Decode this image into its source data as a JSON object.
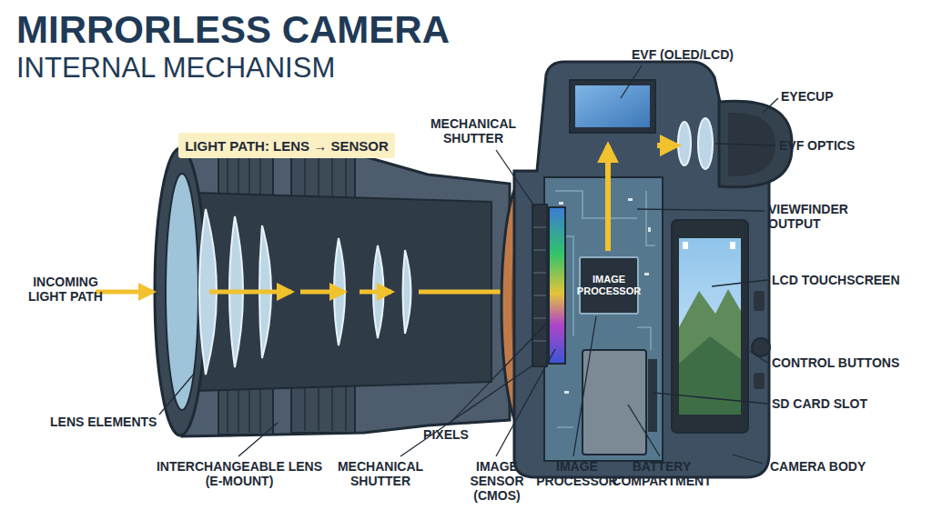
{
  "diagram": {
    "title": "MIRRORLESS CAMERA",
    "nodes": [
      {
        "text": [
          "LIGHT PATH: LENS → SENSOR"
        ]
      },
      {
        "text": [
          "IMAGE PROCESSOR"
        ]
      }
    ],
    "labels": [
      "INTERNAL MECHANISM",
      "EVF (OLED/LCD)",
      "EYECUP",
      "MECHANICAL SHUTTER",
      "EVF OPTICS",
      "VIEWFINDER OUTPUT",
      "INCOMING LIGHT PATH",
      "LCD TOUCHSCREEN",
      "CONTROL BUTTONS",
      "SD CARD SLOT",
      "LENS ELEMENTS",
      "INTERCHANGEABLE LENS (E-MOUNT)",
      "PIXELS",
      "MECHANICAL SHUTTER",
      "IMAGE SENSOR (CMOS)",
      "IMAGE PROCESSOR",
      "BATTERY COMPARTMENT",
      "CAMERA BODY"
    ]
  }
}
